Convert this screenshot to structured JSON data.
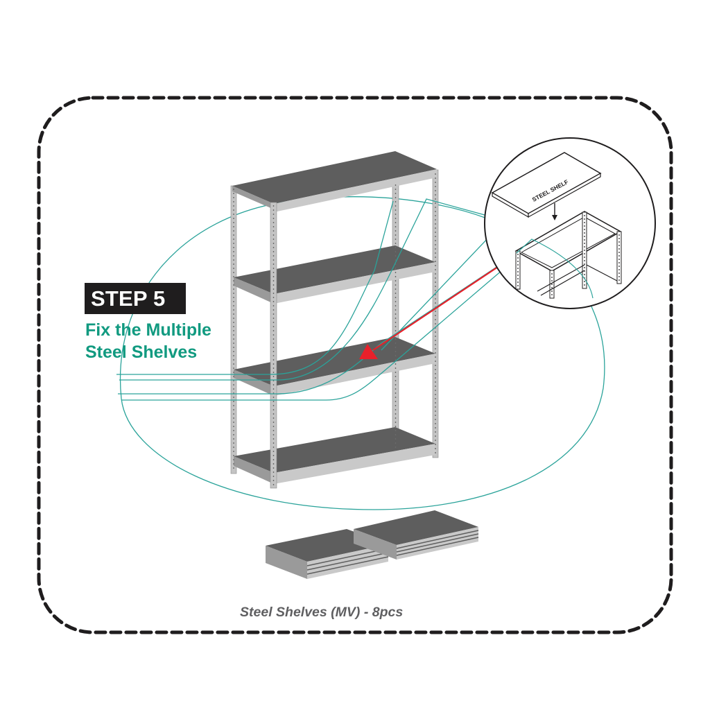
{
  "step": {
    "label": "STEP 5",
    "title_line1": "Fix the Multiple",
    "title_line2": "Steel Shelves"
  },
  "detail_callout": {
    "shelf_label": "STEEL SHELF"
  },
  "caption": "Steel Shelves (MV) - 8pcs",
  "colors": {
    "accent_teal": "#119a80",
    "badge_bg": "#1f1d1e",
    "arrow_red": "#e8202a",
    "shelf_gray": "#5e5e5e",
    "frame_gray": "#b8b8b8",
    "border_dark": "#1f1d1e"
  }
}
